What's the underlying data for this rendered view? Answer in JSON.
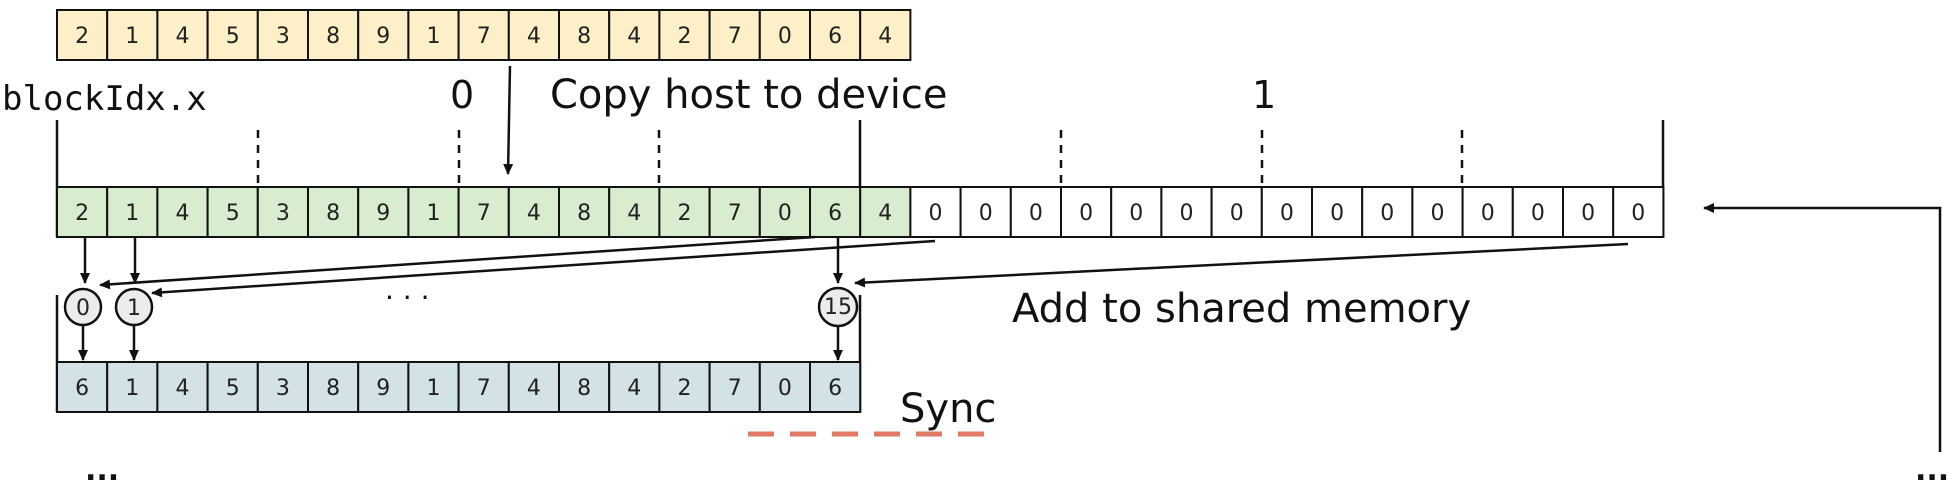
{
  "host_array": [
    "2",
    "1",
    "4",
    "5",
    "3",
    "8",
    "9",
    "1",
    "7",
    "4",
    "8",
    "4",
    "2",
    "7",
    "0",
    "6",
    "4"
  ],
  "device_array": [
    "2",
    "1",
    "4",
    "5",
    "3",
    "8",
    "9",
    "1",
    "7",
    "4",
    "8",
    "4",
    "2",
    "7",
    "0",
    "6",
    "4",
    "0",
    "0",
    "0",
    "0",
    "0",
    "0",
    "0",
    "0",
    "0",
    "0",
    "0",
    "0",
    "0",
    "0",
    "0"
  ],
  "shared_array": [
    "6",
    "1",
    "4",
    "5",
    "3",
    "8",
    "9",
    "1",
    "7",
    "4",
    "8",
    "4",
    "2",
    "7",
    "0",
    "6"
  ],
  "thread_labels": {
    "first": "0",
    "second": "1",
    "last": "15"
  },
  "labels": {
    "block_idx": "blockIdx.x",
    "block0": "0",
    "block1": "1",
    "copy": "Copy host to device",
    "add": "Add to shared memory",
    "sync": "Sync",
    "ellipsis_mid": "· · ·",
    "ellipsis_left": "...",
    "ellipsis_right": "..."
  },
  "colors": {
    "host_fill": "#fdf0c8",
    "device_fill": "#d8ecd0",
    "shared_fill": "#d3e2e6",
    "zero_fill": "#ffffff",
    "sync_line": "#e07a64",
    "thread_fill": "#ececec"
  }
}
